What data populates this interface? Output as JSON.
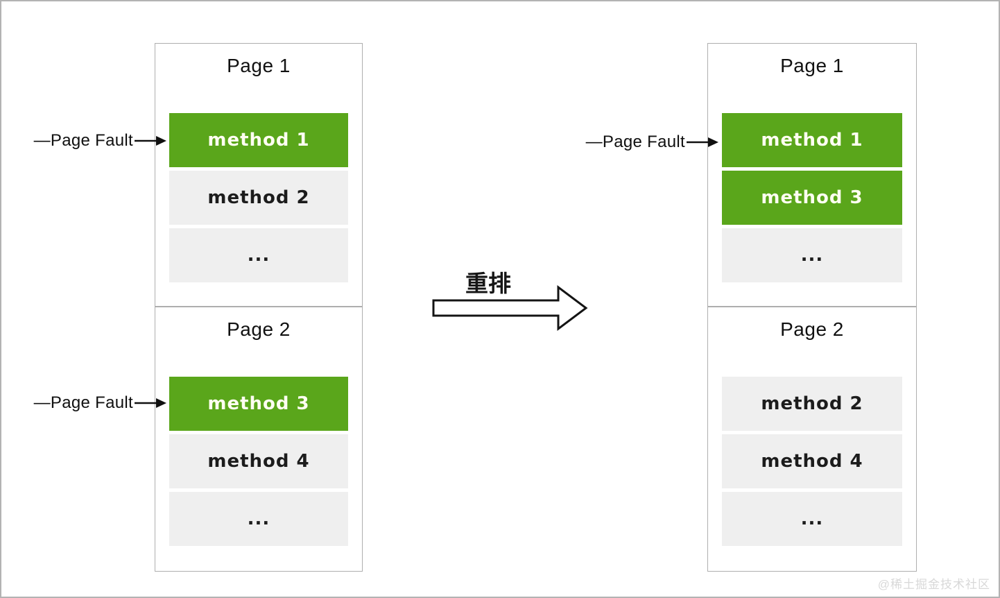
{
  "diagram": {
    "reorder_label": "重排",
    "page_fault_label": "—Page Fault",
    "watermark": "@稀土掘金技术社区",
    "colors": {
      "hot_green": "#5aa61b",
      "cold_gray": "#efefef",
      "box_border": "#aeaeae"
    },
    "before": {
      "pages": [
        {
          "title": "Page 1",
          "rows": [
            {
              "label": "method 1",
              "hot": true
            },
            {
              "label": "method 2",
              "hot": false
            },
            {
              "label": "...",
              "hot": false
            }
          ]
        },
        {
          "title": "Page 2",
          "rows": [
            {
              "label": "method 3",
              "hot": true
            },
            {
              "label": "method 4",
              "hot": false
            },
            {
              "label": "...",
              "hot": false
            }
          ]
        }
      ]
    },
    "after": {
      "pages": [
        {
          "title": "Page 1",
          "rows": [
            {
              "label": "method 1",
              "hot": true
            },
            {
              "label": "method 3",
              "hot": true
            },
            {
              "label": "...",
              "hot": false
            }
          ]
        },
        {
          "title": "Page 2",
          "rows": [
            {
              "label": "method 2",
              "hot": false
            },
            {
              "label": "method 4",
              "hot": false
            },
            {
              "label": "...",
              "hot": false
            }
          ]
        }
      ]
    }
  }
}
